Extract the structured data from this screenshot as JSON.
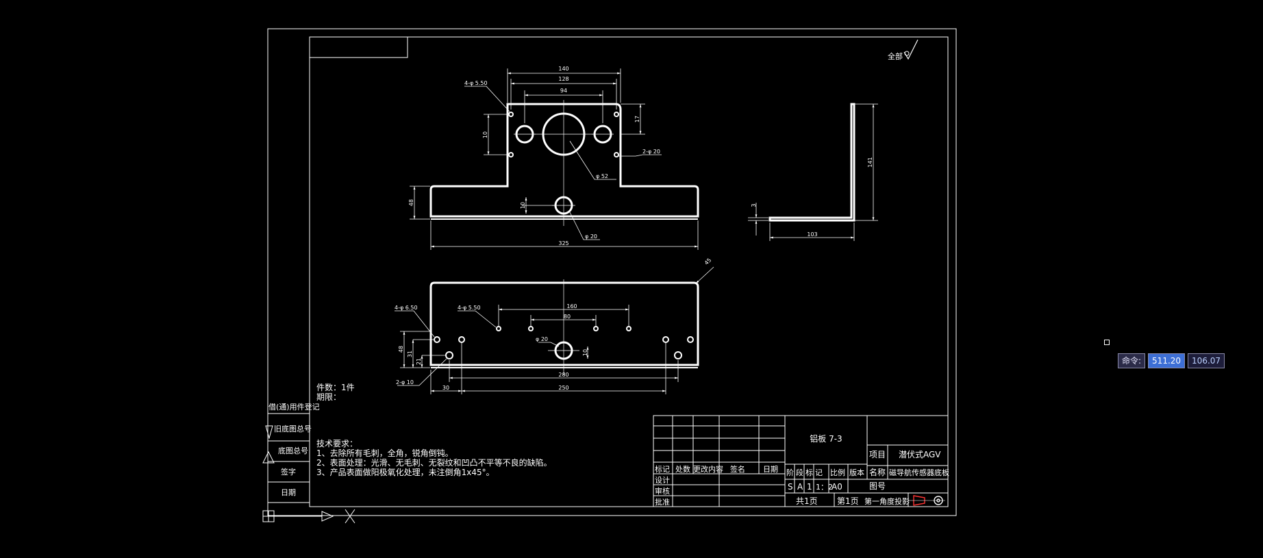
{
  "drawing": {
    "top_part": {
      "dims": [
        "140",
        "128",
        "94",
        "10",
        "17",
        "48",
        "10",
        "325"
      ],
      "callouts": [
        "4-φ 5.50",
        "2-φ 20",
        "φ 52",
        "φ 20"
      ]
    },
    "side_view": {
      "dims": [
        "141",
        "3",
        "103"
      ]
    },
    "bottom_part": {
      "dims": [
        "160",
        "80",
        "280",
        "250",
        "30",
        "48",
        "31",
        "21",
        "10"
      ],
      "callouts": [
        "4-φ 6.50",
        "4-φ 5.50",
        "φ 20",
        "2-φ 10"
      ],
      "angle_mark": "45"
    },
    "roughness_note": "全部",
    "part_info": [
      "件数：1件",
      "期限："
    ],
    "tech_requirements": {
      "title": "技术要求：",
      "items": [
        "1、去除所有毛刺，全角，锐角倒钝。",
        "2、表面处理：光滑、无毛刺、无裂纹和凹凸不平等不良的缺陷。",
        "3、产品表面做阳极氧化处理，未注倒角1x45°。"
      ]
    },
    "left_strip": [
      "借(通)用件登记",
      "旧底图总号",
      "底图总号",
      "签字",
      "日期"
    ],
    "title_block": {
      "material": "铝板 7-3",
      "project_label": "项目",
      "project_value": "潜伏式AGV",
      "name_label": "名称",
      "name_value": "磁导航传感器底板",
      "drawing_no_label": "图号",
      "rev_headers": [
        "标记",
        "处数",
        "更改内容",
        "签名",
        "日期"
      ],
      "role_rows": [
        "设计",
        "审核",
        "批准"
      ],
      "stage_headers": [
        "阶",
        "段",
        "标",
        "记",
        "比例",
        "版本"
      ],
      "stage_values": [
        "S",
        "A",
        "1",
        "1：2",
        "A0"
      ],
      "sheets": "共1页",
      "sheet_no": "第1页",
      "projection": "第一角度投影"
    }
  },
  "command_line": {
    "label": "命令:",
    "x": "511.20",
    "y": "106.07"
  }
}
